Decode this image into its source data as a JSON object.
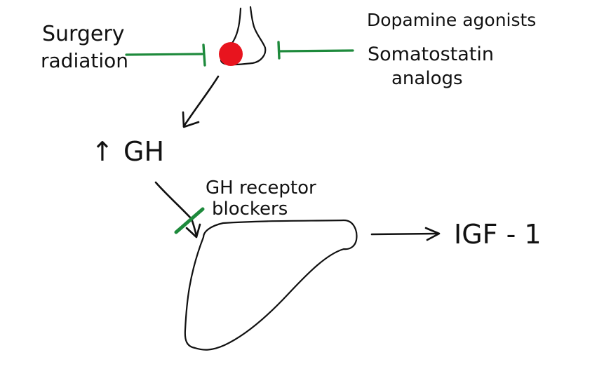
{
  "labels": {
    "surgery": "Surgery",
    "radiation": "radiation",
    "dopamine_agonists": "Dopamine agonists",
    "somatostatin": "Somatostatin",
    "analogs": "analogs",
    "gh_up_arrow": "↑",
    "gh": "GH",
    "gh_receptor": "GH receptor",
    "blockers": "blockers",
    "igf1": "IGF - 1"
  },
  "colors": {
    "ink": "#111111",
    "inhibitor": "#1e8a3c",
    "tumor": "#e8141e"
  },
  "icons": {
    "tumor": "red-dot",
    "inhibition": "t-bar"
  }
}
